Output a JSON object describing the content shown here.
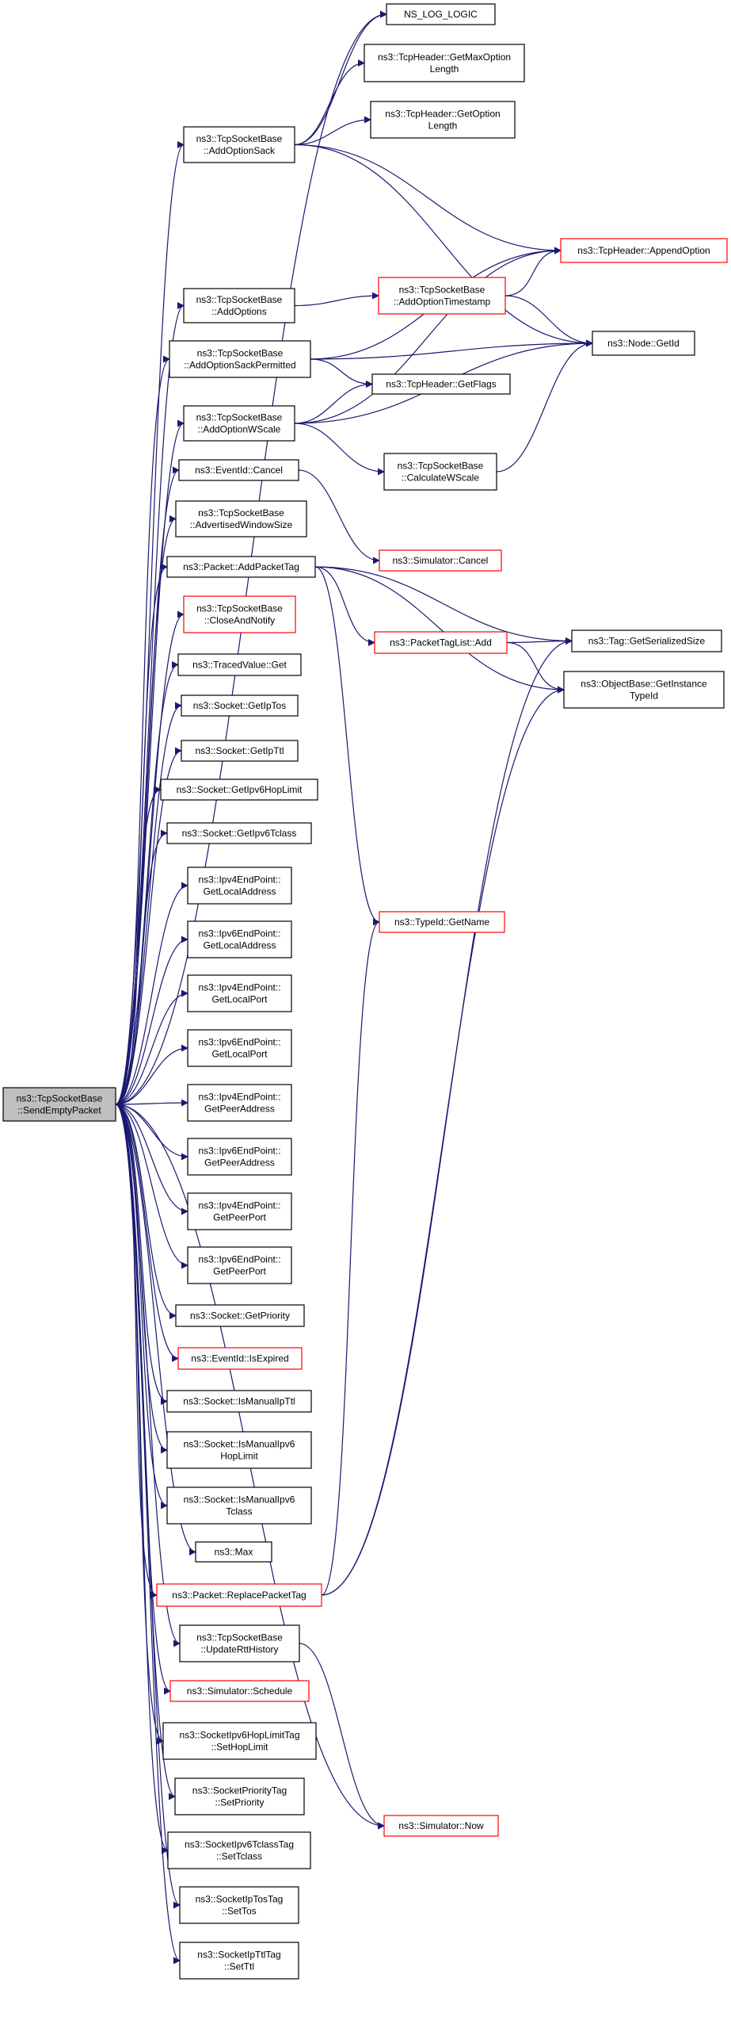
{
  "colors": {
    "edge": "#191970",
    "node_border": "#000000",
    "node_border_incomplete": "#ff0000",
    "root_fill": "#bfbfbf",
    "node_fill": "#ffffff"
  },
  "graph": {
    "root": {
      "id": "root",
      "lines": [
        "ns3::TcpSocketBase",
        "::SendEmptyPacket"
      ]
    },
    "nodes": [
      {
        "id": "log",
        "lines": [
          "NS_LOG_LOGIC"
        ],
        "incomplete": false
      },
      {
        "id": "getmaxopt",
        "lines": [
          "ns3::TcpHeader::GetMaxOption",
          "Length"
        ],
        "incomplete": false
      },
      {
        "id": "getoptlen",
        "lines": [
          "ns3::TcpHeader::GetOption",
          "Length"
        ],
        "incomplete": false
      },
      {
        "id": "addsack",
        "lines": [
          "ns3::TcpSocketBase",
          "::AddOptionSack"
        ],
        "incomplete": false
      },
      {
        "id": "appendopt",
        "lines": [
          "ns3::TcpHeader::AppendOption"
        ],
        "incomplete": true
      },
      {
        "id": "addoptions",
        "lines": [
          "ns3::TcpSocketBase",
          "::AddOptions"
        ],
        "incomplete": false
      },
      {
        "id": "addts",
        "lines": [
          "ns3::TcpSocketBase",
          "::AddOptionTimestamp"
        ],
        "incomplete": true
      },
      {
        "id": "addsackperm",
        "lines": [
          "ns3::TcpSocketBase",
          "::AddOptionSackPermitted"
        ],
        "incomplete": false
      },
      {
        "id": "getid",
        "lines": [
          "ns3::Node::GetId"
        ],
        "incomplete": false
      },
      {
        "id": "getflags",
        "lines": [
          "ns3::TcpHeader::GetFlags"
        ],
        "incomplete": false
      },
      {
        "id": "addwscale",
        "lines": [
          "ns3::TcpSocketBase",
          "::AddOptionWScale"
        ],
        "incomplete": false
      },
      {
        "id": "calcwscale",
        "lines": [
          "ns3::TcpSocketBase",
          "::CalculateWScale"
        ],
        "incomplete": false
      },
      {
        "id": "evcancel",
        "lines": [
          "ns3::EventId::Cancel"
        ],
        "incomplete": false
      },
      {
        "id": "simcancel",
        "lines": [
          "ns3::Simulator::Cancel"
        ],
        "incomplete": true
      },
      {
        "id": "advwin",
        "lines": [
          "ns3::TcpSocketBase",
          "::AdvertisedWindowSize"
        ],
        "incomplete": false
      },
      {
        "id": "addpkttag",
        "lines": [
          "ns3::Packet::AddPacketTag"
        ],
        "incomplete": false
      },
      {
        "id": "closenotify",
        "lines": [
          "ns3::TcpSocketBase",
          "::CloseAndNotify"
        ],
        "incomplete": true
      },
      {
        "id": "ptladd",
        "lines": [
          "ns3::PacketTagList::Add"
        ],
        "incomplete": true
      },
      {
        "id": "getsersize",
        "lines": [
          "ns3::Tag::GetSerializedSize"
        ],
        "incomplete": false
      },
      {
        "id": "tracedget",
        "lines": [
          "ns3::TracedValue::Get"
        ],
        "incomplete": false
      },
      {
        "id": "getinsttid",
        "lines": [
          "ns3::ObjectBase::GetInstance",
          "TypeId"
        ],
        "incomplete": false
      },
      {
        "id": "getiptos",
        "lines": [
          "ns3::Socket::GetIpTos"
        ],
        "incomplete": false
      },
      {
        "id": "getipttl",
        "lines": [
          "ns3::Socket::GetIpTtl"
        ],
        "incomplete": false
      },
      {
        "id": "getv6hop",
        "lines": [
          "ns3::Socket::GetIpv6HopLimit"
        ],
        "incomplete": false
      },
      {
        "id": "getv6tc",
        "lines": [
          "ns3::Socket::GetIpv6Tclass"
        ],
        "incomplete": false
      },
      {
        "id": "v4locaddr",
        "lines": [
          "ns3::Ipv4EndPoint::",
          "GetLocalAddress"
        ],
        "incomplete": false
      },
      {
        "id": "typeidname",
        "lines": [
          "ns3::TypeId::GetName"
        ],
        "incomplete": true
      },
      {
        "id": "v6locaddr",
        "lines": [
          "ns3::Ipv6EndPoint::",
          "GetLocalAddress"
        ],
        "incomplete": false
      },
      {
        "id": "v4locport",
        "lines": [
          "ns3::Ipv4EndPoint::",
          "GetLocalPort"
        ],
        "incomplete": false
      },
      {
        "id": "v6locport",
        "lines": [
          "ns3::Ipv6EndPoint::",
          "GetLocalPort"
        ],
        "incomplete": false
      },
      {
        "id": "v4peeraddr",
        "lines": [
          "ns3::Ipv4EndPoint::",
          "GetPeerAddress"
        ],
        "incomplete": false
      },
      {
        "id": "v6peeraddr",
        "lines": [
          "ns3::Ipv6EndPoint::",
          "GetPeerAddress"
        ],
        "incomplete": false
      },
      {
        "id": "v4peerport",
        "lines": [
          "ns3::Ipv4EndPoint::",
          "GetPeerPort"
        ],
        "incomplete": false
      },
      {
        "id": "v6peerport",
        "lines": [
          "ns3::Ipv6EndPoint::",
          "GetPeerPort"
        ],
        "incomplete": false
      },
      {
        "id": "getprio",
        "lines": [
          "ns3::Socket::GetPriority"
        ],
        "incomplete": false
      },
      {
        "id": "isexpired",
        "lines": [
          "ns3::EventId::IsExpired"
        ],
        "incomplete": true
      },
      {
        "id": "ismanttl",
        "lines": [
          "ns3::Socket::IsManualIpTtl"
        ],
        "incomplete": false
      },
      {
        "id": "ismanv6hop",
        "lines": [
          "ns3::Socket::IsManualIpv6",
          "HopLimit"
        ],
        "incomplete": false
      },
      {
        "id": "ismanv6tc",
        "lines": [
          "ns3::Socket::IsManualIpv6",
          "Tclass"
        ],
        "incomplete": false
      },
      {
        "id": "max",
        "lines": [
          "ns3::Max"
        ],
        "incomplete": false
      },
      {
        "id": "replacetag",
        "lines": [
          "ns3::Packet::ReplacePacketTag"
        ],
        "incomplete": true
      },
      {
        "id": "updrtt",
        "lines": [
          "ns3::TcpSocketBase",
          "::UpdateRttHistory"
        ],
        "incomplete": false
      },
      {
        "id": "schedule",
        "lines": [
          "ns3::Simulator::Schedule"
        ],
        "incomplete": true
      },
      {
        "id": "sethop",
        "lines": [
          "ns3::SocketIpv6HopLimitTag",
          "::SetHopLimit"
        ],
        "incomplete": false
      },
      {
        "id": "simnow",
        "lines": [
          "ns3::Simulator::Now"
        ],
        "incomplete": true
      },
      {
        "id": "setprio",
        "lines": [
          "ns3::SocketPriorityTag",
          "::SetPriority"
        ],
        "incomplete": false
      },
      {
        "id": "settclass",
        "lines": [
          "ns3::SocketIpv6TclassTag",
          "::SetTclass"
        ],
        "incomplete": false
      },
      {
        "id": "settos",
        "lines": [
          "ns3::SocketIpTosTag",
          "::SetTos"
        ],
        "incomplete": false
      },
      {
        "id": "setttl",
        "lines": [
          "ns3::SocketIpTtlTag",
          "::SetTtl"
        ],
        "incomplete": false
      }
    ],
    "edges": [
      [
        "root",
        "addsack"
      ],
      [
        "root",
        "log"
      ],
      [
        "root",
        "addoptions"
      ],
      [
        "root",
        "addsackperm"
      ],
      [
        "root",
        "addwscale"
      ],
      [
        "root",
        "evcancel"
      ],
      [
        "root",
        "advwin"
      ],
      [
        "root",
        "addpkttag"
      ],
      [
        "root",
        "closenotify"
      ],
      [
        "root",
        "tracedget"
      ],
      [
        "root",
        "getiptos"
      ],
      [
        "root",
        "getipttl"
      ],
      [
        "root",
        "getv6hop"
      ],
      [
        "root",
        "getv6tc"
      ],
      [
        "root",
        "v4locaddr"
      ],
      [
        "root",
        "v6locaddr"
      ],
      [
        "root",
        "v4locport"
      ],
      [
        "root",
        "v6locport"
      ],
      [
        "root",
        "v4peeraddr"
      ],
      [
        "root",
        "v6peeraddr"
      ],
      [
        "root",
        "v4peerport"
      ],
      [
        "root",
        "v6peerport"
      ],
      [
        "root",
        "getprio"
      ],
      [
        "root",
        "isexpired"
      ],
      [
        "root",
        "ismanttl"
      ],
      [
        "root",
        "ismanv6hop"
      ],
      [
        "root",
        "ismanv6tc"
      ],
      [
        "root",
        "max"
      ],
      [
        "root",
        "replacetag"
      ],
      [
        "root",
        "updrtt"
      ],
      [
        "root",
        "schedule"
      ],
      [
        "root",
        "sethop"
      ],
      [
        "root",
        "setprio"
      ],
      [
        "root",
        "settclass"
      ],
      [
        "root",
        "settos"
      ],
      [
        "root",
        "setttl"
      ],
      [
        "root",
        "simnow"
      ],
      [
        "addsack",
        "log"
      ],
      [
        "addsack",
        "getmaxopt"
      ],
      [
        "addsack",
        "getoptlen"
      ],
      [
        "addsack",
        "appendopt"
      ],
      [
        "addsack",
        "getid"
      ],
      [
        "addoptions",
        "addts"
      ],
      [
        "addts",
        "appendopt"
      ],
      [
        "addts",
        "getid"
      ],
      [
        "addsackperm",
        "appendopt"
      ],
      [
        "addsackperm",
        "getid"
      ],
      [
        "addsackperm",
        "getflags"
      ],
      [
        "addwscale",
        "getflags"
      ],
      [
        "addwscale",
        "calcwscale"
      ],
      [
        "addwscale",
        "appendopt"
      ],
      [
        "addwscale",
        "getid"
      ],
      [
        "calcwscale",
        "getid"
      ],
      [
        "evcancel",
        "simcancel"
      ],
      [
        "addpkttag",
        "ptladd"
      ],
      [
        "addpkttag",
        "getsersize"
      ],
      [
        "addpkttag",
        "getinsttid"
      ],
      [
        "addpkttag",
        "typeidname"
      ],
      [
        "ptladd",
        "getsersize"
      ],
      [
        "ptladd",
        "getinsttid"
      ],
      [
        "replacetag",
        "typeidname"
      ],
      [
        "replacetag",
        "getsersize"
      ],
      [
        "replacetag",
        "getinsttid"
      ],
      [
        "updrtt",
        "simnow"
      ]
    ]
  }
}
